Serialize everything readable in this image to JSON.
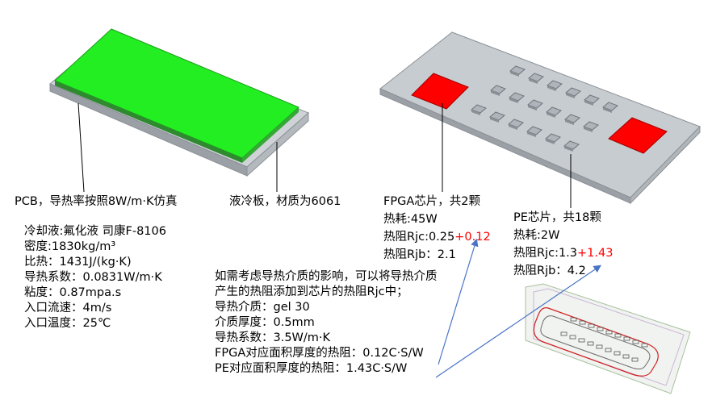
{
  "colors": {
    "pcb_green": "#22ee22",
    "plate_gray": "#c7ccd1",
    "chip_red": "#ff0000",
    "pe_chip": "#aeb4ba",
    "arrow_blue": "#4a74c6",
    "text_red": "#ff0000"
  },
  "captions": {
    "pcb_caption": "PCB，导热率按照8W/m·K仿真",
    "cold_plate_caption": "液冷板，材质为6061"
  },
  "coolant": {
    "lines": [
      "冷却液:氟化液 司康F-8106",
      "密度:1830kg/m³",
      "比热：1431J/(kg·K)",
      "导热系数：0.0831W/m·K",
      "粘度：0.87mpa.s",
      "入口流速：4m/s",
      "入口温度：25℃"
    ]
  },
  "fpga": {
    "title": "FPGA芯片，共2颗",
    "power": "热耗:45W",
    "rjc_label": "热阻Rjc:0.25",
    "rjc_added": "+0.12",
    "rjb": "热阻Rjb：2.1"
  },
  "pe": {
    "title": "PE芯片，共18颗",
    "power": "热耗:2W",
    "rjc_label": "热阻Rjc:1.3",
    "rjc_added": "+1.43",
    "rjb": "热阻Rjb：4.2"
  },
  "interface_note": {
    "lines": [
      "如需考虑导热介质的影响，可以将导热介质",
      "产生的热阻添加到芯片的热阻Rjc中；",
      "导热介质：gel 30",
      "介质厚度：0.5mm",
      "导热系数：3.5W/m·K",
      "FPGA对应面积厚度的热阻：0.12C·S/W",
      "PE对应面积厚度的热阻：1.43C·S/W"
    ]
  }
}
